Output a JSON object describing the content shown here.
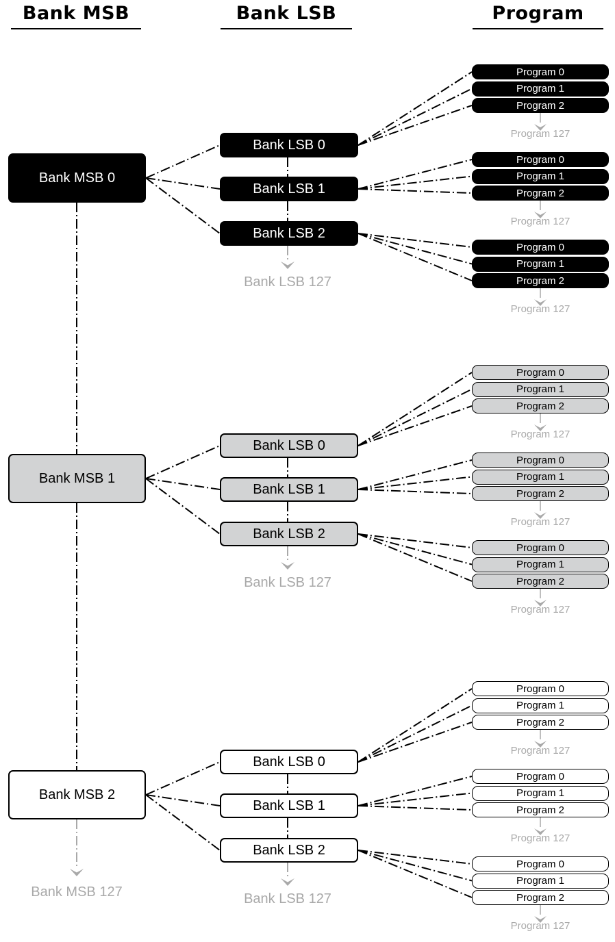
{
  "headers": {
    "msb": "Bank MSB",
    "lsb": "Bank LSB",
    "program": "Program"
  },
  "colors": {
    "msb_0": "#000000",
    "msb_1": "#d2d3d4",
    "msb_2": "#ffffff",
    "continuation": "#a9a9a9"
  },
  "msb_groups": [
    {
      "label": "Bank MSB 0",
      "lsb": [
        {
          "label": "Bank LSB 0",
          "programs": [
            "Program 0",
            "Program 1",
            "Program 2"
          ],
          "more": "Program 127"
        },
        {
          "label": "Bank LSB 1",
          "programs": [
            "Program 0",
            "Program 1",
            "Program 2"
          ],
          "more": "Program 127"
        },
        {
          "label": "Bank LSB 2",
          "programs": [
            "Program 0",
            "Program 1",
            "Program 2"
          ],
          "more": "Program 127"
        }
      ],
      "lsb_more": "Bank LSB 127"
    },
    {
      "label": "Bank MSB 1",
      "lsb": [
        {
          "label": "Bank LSB 0",
          "programs": [
            "Program 0",
            "Program 1",
            "Program 2"
          ],
          "more": "Program 127"
        },
        {
          "label": "Bank LSB 1",
          "programs": [
            "Program 0",
            "Program 1",
            "Program 2"
          ],
          "more": "Program 127"
        },
        {
          "label": "Bank LSB 2",
          "programs": [
            "Program 0",
            "Program 1",
            "Program 2"
          ],
          "more": "Program 127"
        }
      ],
      "lsb_more": "Bank LSB 127"
    },
    {
      "label": "Bank MSB 2",
      "lsb": [
        {
          "label": "Bank LSB 0",
          "programs": [
            "Program 0",
            "Program 1",
            "Program 2"
          ],
          "more": "Program 127"
        },
        {
          "label": "Bank LSB 1",
          "programs": [
            "Program 0",
            "Program 1",
            "Program 2"
          ],
          "more": "Program 127"
        },
        {
          "label": "Bank LSB 2",
          "programs": [
            "Program 0",
            "Program 1",
            "Program 2"
          ],
          "more": "Program 127"
        }
      ],
      "lsb_more": "Bank LSB 127"
    }
  ],
  "msb_more": "Bank MSB 127"
}
